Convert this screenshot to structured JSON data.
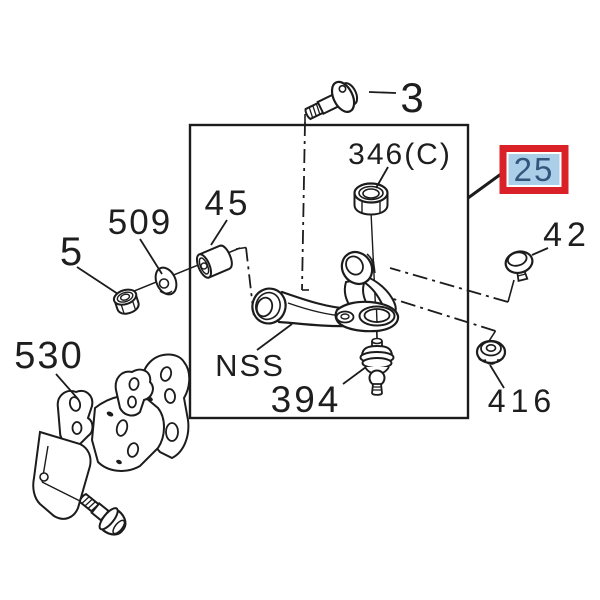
{
  "diagram": {
    "type": "exploded-parts-diagram",
    "background": "#ffffff",
    "line_color": "#1c1c1c"
  },
  "badge": {
    "text": "25",
    "border_color": "#da2127",
    "background": "#abcfe9",
    "text_color": "#35567c"
  },
  "labels": {
    "bolt_top": "3",
    "camber_nut": "346(C)",
    "arm_bushing": "45",
    "washer": "509",
    "nut": "5",
    "mount_bracket": "530",
    "control_arm": "NSS",
    "ball_joint": "394",
    "flange_nut": "416",
    "grease_cap_bolt": "42"
  }
}
